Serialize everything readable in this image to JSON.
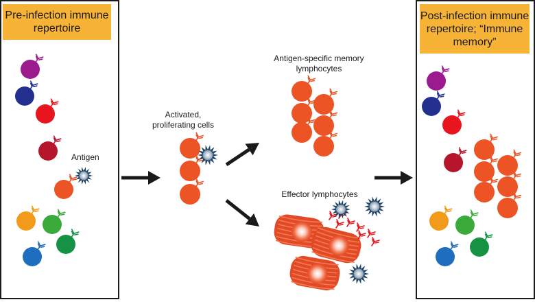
{
  "titles": {
    "pre_infection": "Pre-infection immune repertoire",
    "post_infection": "Post-infection immune repertoire; “Immune memory”"
  },
  "labels": {
    "antigen": "Antigen",
    "activated": "Activated, proliferating cells",
    "memory": "Antigen-specific memory lymphocytes",
    "effector": "Effector lymphocytes"
  },
  "colors": {
    "purple": "#9b1a8e",
    "navy": "#24308f",
    "red": "#e8141e",
    "crimson": "#b5162b",
    "orange_red": "#ec5425",
    "orange": "#f29a1a",
    "green": "#3aaa3a",
    "dark_green": "#169244",
    "blue": "#1f6dbf",
    "panel_title_fill": "#f6b335",
    "antigen_star": "#1e4466",
    "arrow": "#1a1a1a"
  },
  "icons": {
    "antibody_receptor": "y-shaped-receptor-icon",
    "antigen": "spiky-antigen-icon",
    "arrow": "arrow-icon"
  }
}
